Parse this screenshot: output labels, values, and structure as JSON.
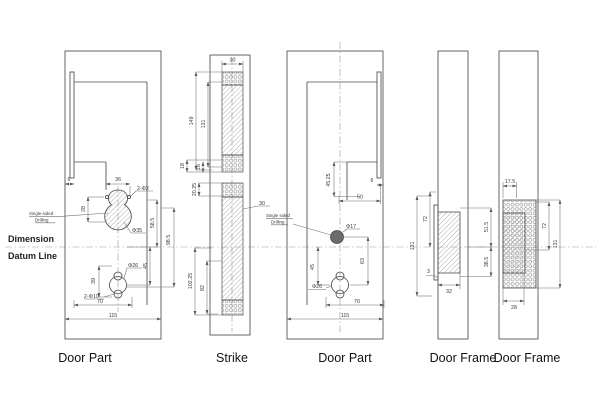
{
  "titles": {
    "door_part_left": "Door Part",
    "strike": "Strike",
    "door_part_right": "Door Part",
    "door_frame_left": "Door Frame",
    "door_frame_right": "Door Frame"
  },
  "annotations": {
    "datum_line1": "Dimension",
    "datum_line2": "Datum Line",
    "drill_note_left1": "Single-sided",
    "drill_note_left2": "Drilling",
    "drill_note_right1": "Single sided",
    "drill_note_right2": "Drilling"
  },
  "door_part_left_dims": {
    "edge_offset": "6",
    "width_top": "36",
    "pilot_holes": "2-Φ2",
    "v28": "28",
    "handle_hole": "Φ35",
    "v585": "58.5",
    "v985": "98.5",
    "v45": "45",
    "v39": "39",
    "cylinder_hole": "Φ26",
    "bolt_holes": "2-Φ10",
    "w70": "70",
    "w115": "115"
  },
  "strike_dims": {
    "w30_top": "30",
    "v149": "149",
    "v131": "131",
    "v18": "18",
    "v16": "16",
    "v2025": "20.25",
    "v10225": "102.25",
    "v82": "82",
    "w30_callout": "30"
  },
  "door_part_right_dims": {
    "v4525": "45.25",
    "w50": "50",
    "edge_offset": "6",
    "drill_hole": "Φ17",
    "v63": "63",
    "v45": "45",
    "cylinder_hole": "Φ26",
    "w70": "70",
    "w115": "115"
  },
  "door_frame_left_dims": {
    "v72": "72",
    "v131": "131",
    "v515": "51.5",
    "v385": "38.5",
    "lip": "3",
    "w32": "32"
  },
  "door_frame_right_dims": {
    "w175": "17.5",
    "v72": "72",
    "v131": "131",
    "w28": "28"
  },
  "colors": {
    "line": "#4d4d4d",
    "dim_line": "#6e6e6e",
    "hatch": "#787878",
    "solid_hole_fill": "#6b6b6b",
    "background": "#ffffff"
  }
}
